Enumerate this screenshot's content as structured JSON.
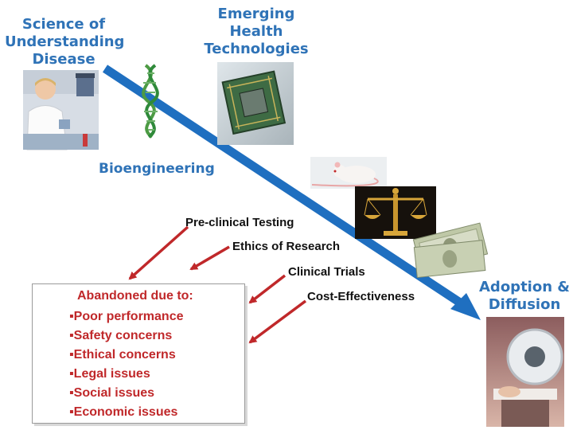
{
  "titles": {
    "science": "Science of\nUnderstanding\nDisease",
    "emerging": "Emerging\nHealth\nTechnologies",
    "bioengineering": "Bioengineering",
    "adoption": "Adoption &\nDiffusion"
  },
  "stages": {
    "preclinical": "Pre-clinical  Testing",
    "ethics": "Ethics of Research",
    "clinical": "Clinical Trials",
    "cost": "Cost-Effectiveness"
  },
  "abandoned": {
    "title": "Abandoned due to:",
    "reasons": [
      "▪Poor performance",
      "▪Safety concerns",
      "▪Ethical concerns",
      "▪Legal issues",
      "▪Social issues",
      "▪Economic issues"
    ]
  },
  "colors": {
    "title_blue": "#2f73b7",
    "diagonal_arrow": "#1f6fc0",
    "red_arrows": "#c0282a"
  },
  "icons": [
    "scientist-photo",
    "dna-helix-icon",
    "microchip-photo",
    "lab-rat-photo",
    "justice-scale-photo",
    "dollar-bills-photo",
    "radiotherapy-machine-photo"
  ]
}
